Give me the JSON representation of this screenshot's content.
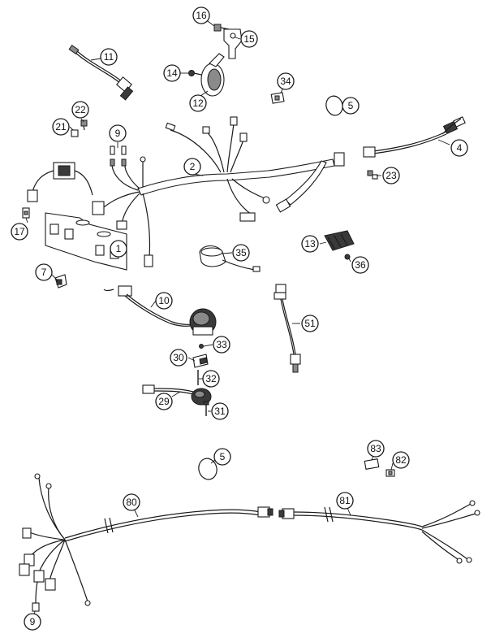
{
  "callouts": [
    {
      "id": "c16",
      "label": "16"
    },
    {
      "id": "c15",
      "label": "15"
    },
    {
      "id": "c11",
      "label": "11"
    },
    {
      "id": "c14",
      "label": "14"
    },
    {
      "id": "c12",
      "label": "12"
    },
    {
      "id": "c34",
      "label": "34"
    },
    {
      "id": "c5a",
      "label": "5"
    },
    {
      "id": "c22",
      "label": "22"
    },
    {
      "id": "c21",
      "label": "21"
    },
    {
      "id": "c9a",
      "label": "9"
    },
    {
      "id": "c2",
      "label": "2"
    },
    {
      "id": "c4",
      "label": "4"
    },
    {
      "id": "c23",
      "label": "23"
    },
    {
      "id": "c17",
      "label": "17"
    },
    {
      "id": "c1",
      "label": "1"
    },
    {
      "id": "c35",
      "label": "35"
    },
    {
      "id": "c13",
      "label": "13"
    },
    {
      "id": "c36",
      "label": "36"
    },
    {
      "id": "c7",
      "label": "7"
    },
    {
      "id": "c10",
      "label": "10"
    },
    {
      "id": "c51",
      "label": "51"
    },
    {
      "id": "c33",
      "label": "33"
    },
    {
      "id": "c30",
      "label": "30"
    },
    {
      "id": "c32",
      "label": "32"
    },
    {
      "id": "c29",
      "label": "29"
    },
    {
      "id": "c31",
      "label": "31"
    },
    {
      "id": "c5b",
      "label": "5"
    },
    {
      "id": "c83",
      "label": "83"
    },
    {
      "id": "c82",
      "label": "82"
    },
    {
      "id": "c80",
      "label": "80"
    },
    {
      "id": "c81",
      "label": "81"
    },
    {
      "id": "c9b",
      "label": "9"
    }
  ]
}
